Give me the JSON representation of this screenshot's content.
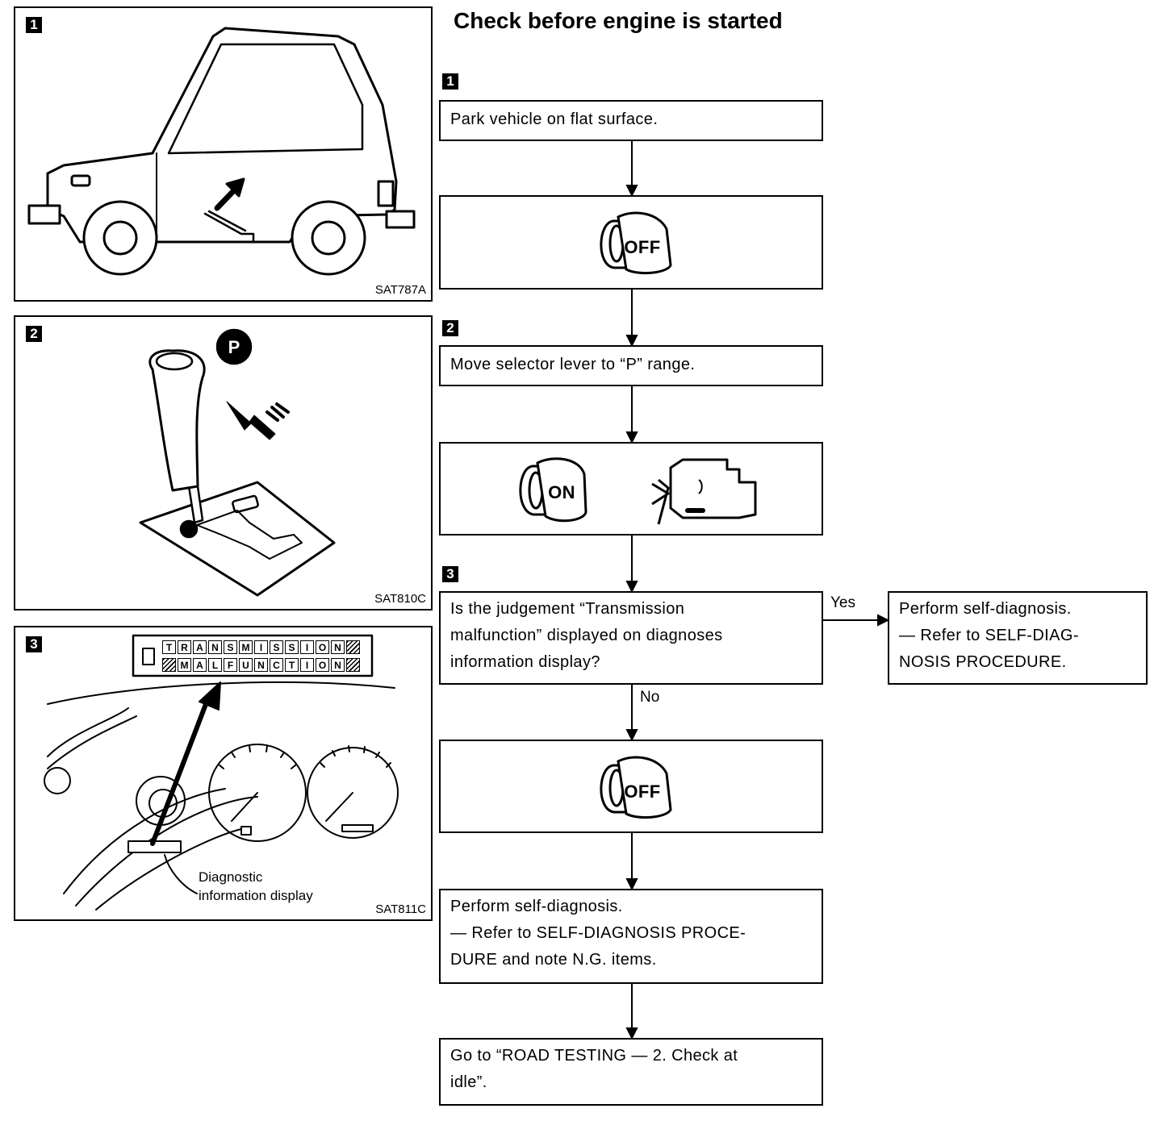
{
  "title": "Check before engine is started",
  "panels": [
    {
      "badge": "1",
      "code": "SAT787A"
    },
    {
      "badge": "2",
      "code": "SAT810C",
      "selector_symbol": "P"
    },
    {
      "badge": "3",
      "code": "SAT811C",
      "display_row1": [
        "T",
        "R",
        "A",
        "N",
        "S",
        "M",
        "I",
        "S",
        "S",
        "I",
        "O",
        "N"
      ],
      "display_row2": [
        "M",
        "A",
        "L",
        "F",
        "U",
        "N",
        "C",
        "T",
        "I",
        "O",
        "N"
      ],
      "callout": [
        "Diagnostic",
        "information display"
      ]
    }
  ],
  "flow": {
    "step_labels": [
      "1",
      "2",
      "3"
    ],
    "box1": "Park vehicle on flat surface.",
    "key_off": "OFF",
    "box2": "Move selector lever to “P” range.",
    "key_on": "ON",
    "box3": [
      "Is the judgement “Transmission",
      "malfunction” displayed on diagnoses",
      "information display?"
    ],
    "yes": "Yes",
    "no": "No",
    "box_yes": [
      "Perform self-diagnosis.",
      "— Refer to SELF-DIAG-",
      "NOSIS PROCEDURE."
    ],
    "box4": [
      "Perform self-diagnosis.",
      "— Refer to SELF-DIAGNOSIS PROCE-",
      "DURE and note N.G. items."
    ],
    "box5": [
      "Go to “ROAD TESTING — 2. Check at",
      "idle”."
    ]
  }
}
